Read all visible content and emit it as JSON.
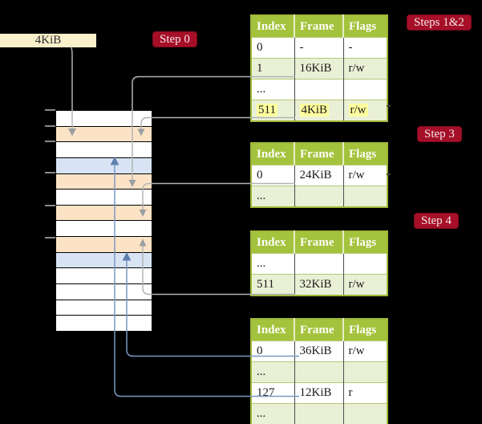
{
  "page_size_box": {
    "label": "4KiB"
  },
  "step_badges": {
    "step0": "Step 0",
    "steps12": "Steps 1&2",
    "step3": "Step 3",
    "step4": "Step 4"
  },
  "tables": {
    "headers": [
      "Index",
      "Frame",
      "Flags"
    ],
    "step12": {
      "rows": [
        [
          "0",
          "-",
          "-"
        ],
        [
          "1",
          "16KiB",
          "r/w"
        ],
        [
          "...",
          "",
          ""
        ],
        [
          "511",
          "4KiB",
          "r/w"
        ]
      ],
      "highlight_row": 3
    },
    "step3": {
      "rows": [
        [
          "0",
          "24KiB",
          "r/w"
        ],
        [
          "...",
          "",
          ""
        ]
      ]
    },
    "step4a": {
      "rows": [
        [
          "...",
          "",
          ""
        ],
        [
          "511",
          "32KiB",
          "r/w"
        ]
      ]
    },
    "step4b": {
      "rows": [
        [
          "0",
          "36KiB",
          "r/w"
        ],
        [
          "...",
          "",
          ""
        ],
        [
          "127",
          "12KiB",
          "r"
        ],
        [
          "...",
          "",
          ""
        ]
      ]
    }
  },
  "memory_column": {
    "row_colors": [
      "white",
      "orange",
      "white",
      "blue",
      "orange",
      "white",
      "orange",
      "white",
      "orange",
      "blue",
      "white",
      "white",
      "white",
      "white"
    ]
  },
  "colors": {
    "badge_red": "#a60f28",
    "table_header_green": "#a4c33d",
    "table_row_green": "#eaf0d6",
    "table_border_green": "#9db839",
    "memory_orange": "#fde3c6",
    "memory_blue": "#d8e4f3",
    "page_box_cream": "#faf0ca",
    "highlight_yellow": "#ffff9e",
    "connector_gray": "#b3b3b3",
    "connector_blue": "#7b97c4"
  }
}
